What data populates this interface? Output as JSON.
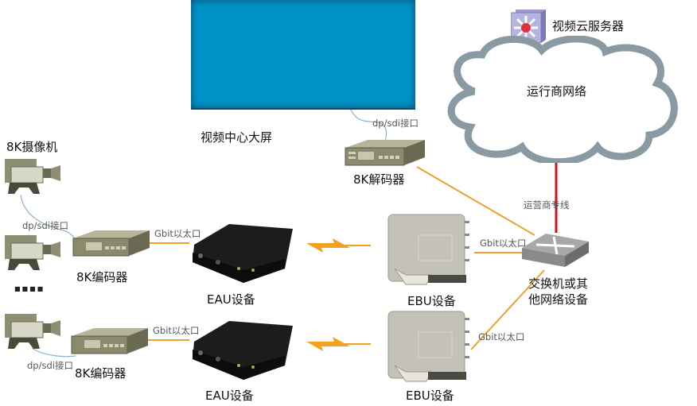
{
  "diagram": {
    "nodes": {
      "screen": {
        "label": "视频中心大屏",
        "color": "#0093c8"
      },
      "cloud_server": {
        "label": "视频云服务器"
      },
      "carrier_network": {
        "label": "运行商网络"
      },
      "decoder": {
        "label": "8K解码器"
      },
      "camera_group": {
        "label": "8K摄像机",
        "ellipsis": "■■■■"
      },
      "encoder_1": {
        "label": "8K编码器"
      },
      "encoder_2": {
        "label": "8K编码器"
      },
      "eau_1": {
        "label": "EAU设备"
      },
      "eau_2": {
        "label": "EAU设备"
      },
      "ebu_1": {
        "label": "EBU设备"
      },
      "ebu_2": {
        "label": "EBU设备"
      },
      "switch": {
        "label_line1": "交换机或其",
        "label_line2": "他网络设备"
      }
    },
    "links": {
      "screen_decoder": "dp/sdi接口",
      "camera1_encoder1": "dp/sdi接口",
      "camera2_encoder2": "dp/sdi接口",
      "encoder1_eau1": "Gbit以太口",
      "encoder2_eau2": "Gbit以太口",
      "ebu1_switch": "Gbit以太口",
      "ebu2_switch": "Gbit以太口",
      "switch_cloud": "运营商专线"
    },
    "colors": {
      "ethernet": "#f0a030",
      "dedicated_line": "#d0101c",
      "video_cable": "#8ab4d0",
      "cloud_outline": "#8a9aa2",
      "wireless": "#f5a020"
    }
  }
}
